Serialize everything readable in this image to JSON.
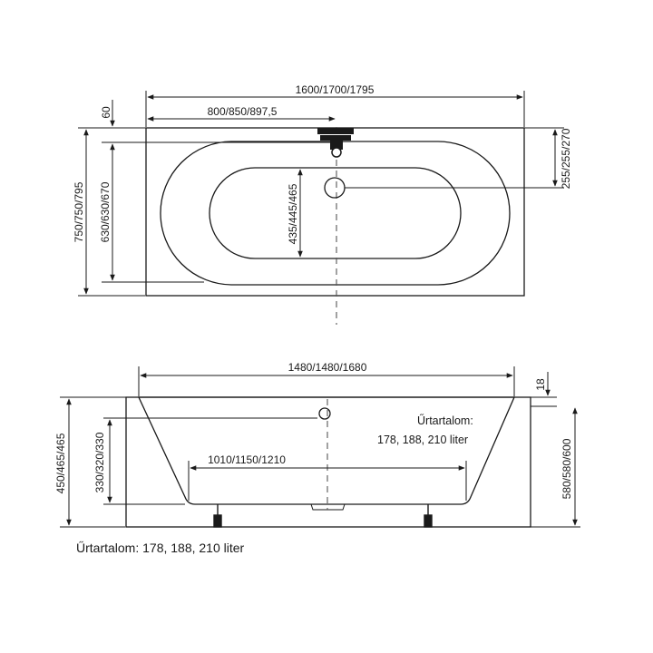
{
  "top_view": {
    "total_length": "1600/1700/1795",
    "drain_offset_length": "800/850/897,5",
    "rim_width_top": "60",
    "total_width": "750/750/795",
    "inner_width": "630/630/670",
    "basin_width": "435/445/465",
    "overflow_offset": "255/255/270"
  },
  "side_view": {
    "inner_length": "1480/1480/1680",
    "rim_thickness": "18",
    "bottom_length": "1010/1150/1210",
    "total_height": "450/465/465",
    "inner_depth": "330/320/330",
    "height_with_legs": "580/580/600",
    "capacity_label": "Űrtartalom:",
    "capacity_values": "178, 188, 210 liter"
  },
  "caption": "Űrtartalom: 178, 188, 210 liter",
  "colors": {
    "line": "#1a1a1a",
    "centerline": "#555555"
  }
}
